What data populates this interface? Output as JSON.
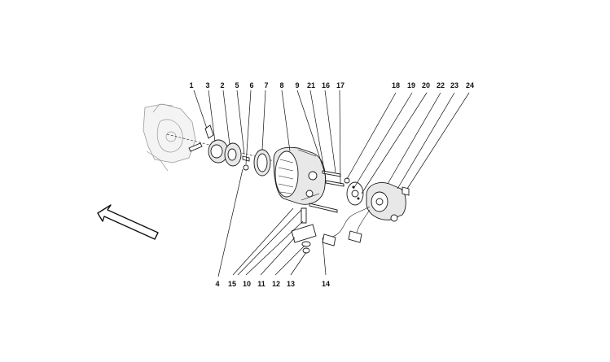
{
  "diagram": {
    "part_numbers_top": [
      "1",
      "3",
      "2",
      "5",
      "6",
      "7",
      "8",
      "9",
      "21",
      "16",
      "17",
      "18",
      "19",
      "20",
      "22",
      "23",
      "24"
    ],
    "part_numbers_bottom": [
      "4",
      "15",
      "10",
      "11",
      "12",
      "13",
      "14"
    ]
  }
}
